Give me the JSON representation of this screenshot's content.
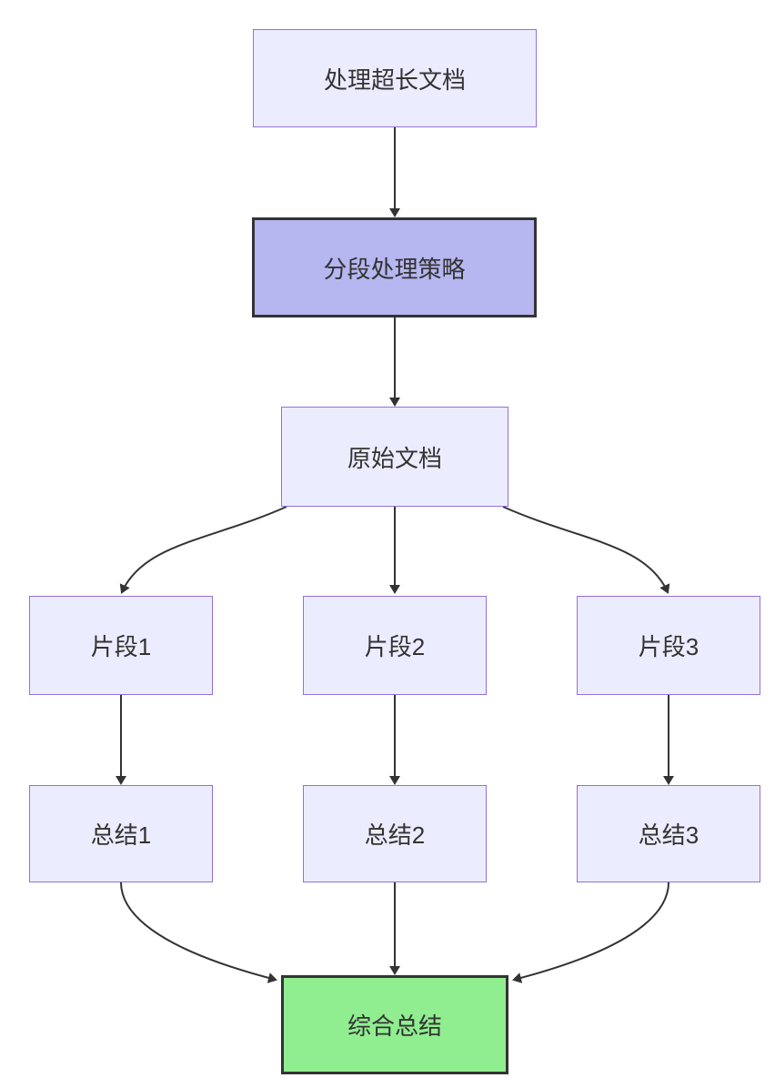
{
  "diagram": {
    "type": "flowchart",
    "direction": "top-down",
    "nodes": [
      {
        "id": "A",
        "label": "处理超长文档",
        "style": "default"
      },
      {
        "id": "B",
        "label": "分段处理策略",
        "style": "highlight"
      },
      {
        "id": "C",
        "label": "原始文档",
        "style": "default"
      },
      {
        "id": "D1",
        "label": "片段1",
        "style": "default"
      },
      {
        "id": "D2",
        "label": "片段2",
        "style": "default"
      },
      {
        "id": "D3",
        "label": "片段3",
        "style": "default"
      },
      {
        "id": "E1",
        "label": "总结1",
        "style": "default"
      },
      {
        "id": "E2",
        "label": "总结2",
        "style": "default"
      },
      {
        "id": "E3",
        "label": "总结3",
        "style": "default"
      },
      {
        "id": "F",
        "label": "综合总结",
        "style": "success"
      }
    ],
    "edges": [
      {
        "from": "处理超长文档",
        "to": "分段处理策略"
      },
      {
        "from": "分段处理策略",
        "to": "原始文档"
      },
      {
        "from": "原始文档",
        "to": "片段1"
      },
      {
        "from": "原始文档",
        "to": "片段2"
      },
      {
        "from": "原始文档",
        "to": "片段3"
      },
      {
        "from": "片段1",
        "to": "总结1"
      },
      {
        "from": "片段2",
        "to": "总结2"
      },
      {
        "from": "片段3",
        "to": "总结3"
      },
      {
        "from": "总结1",
        "to": "综合总结"
      },
      {
        "from": "总结2",
        "to": "综合总结"
      },
      {
        "from": "总结3",
        "to": "综合总结"
      }
    ],
    "colors": {
      "background": "#FFFFFF",
      "node_fill": "#ECECFF",
      "node_border": "#9370DB",
      "highlight_fill": "#B6B6F0",
      "success_fill": "#90EE90",
      "strong_border": "#333333",
      "edge_color": "#333333",
      "text_color": "#333333"
    }
  }
}
